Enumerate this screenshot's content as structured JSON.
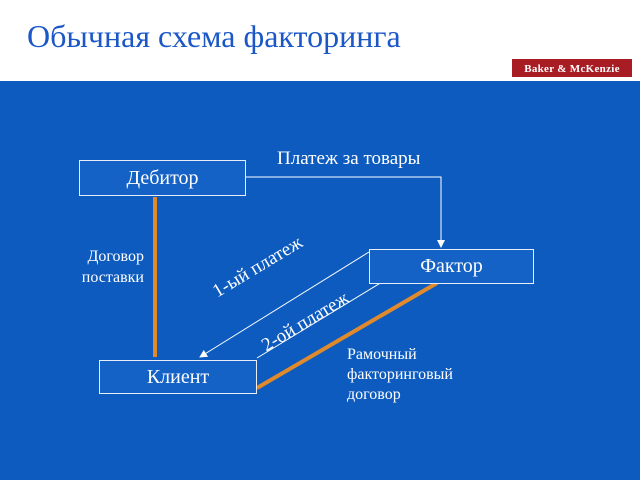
{
  "slide": {
    "title": "Обычная схема факторинга",
    "logo_text": "Baker & McKenzie"
  },
  "diagram": {
    "nodes": {
      "debtor": "Дебитор",
      "factor": "Фактор",
      "client": "Клиент"
    },
    "edges": {
      "payment_for_goods": "Платеж за товары",
      "supply_contract_line1": "Договор",
      "supply_contract_line2": "поставки",
      "first_payment": "1-ый платеж",
      "second_payment": "2-ой платеж",
      "framework_line1": "Рамочный",
      "framework_line2": "факторинговый",
      "framework_line3": "договор"
    }
  },
  "colors": {
    "background": "#0d5bbf",
    "title": "#1b57c6",
    "contract_line": "#e08a2c",
    "logo": "#a81c24"
  }
}
